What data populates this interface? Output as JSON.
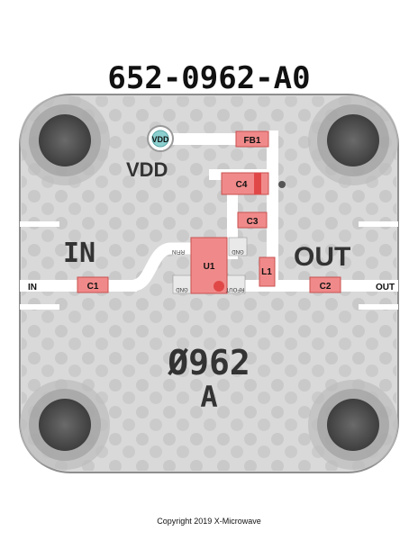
{
  "part_number": "652-0962-A0",
  "board_id": "Ø962",
  "revision": "A",
  "copyright": "Copyright 2019 X-Microwave",
  "ports": {
    "in_large": "IN",
    "out_large": "OUT",
    "vdd_large": "VDD",
    "in_small": "IN",
    "out_small": "OUT",
    "vdd_pad": "VDD"
  },
  "components": {
    "fb1": "FB1",
    "c4": "C4",
    "c3": "C3",
    "u1": "U1",
    "l1": "L1",
    "c1": "C1",
    "c2": "C2"
  },
  "pins": {
    "rfin": "RFIN",
    "rfout": "RFOUT",
    "gnd_top": "GND",
    "gnd_bottom": "GND"
  },
  "colors": {
    "board": "#dcdcdc",
    "board_edge": "#9a9a9a",
    "trace": "#ffffff",
    "component": "#f08a8a",
    "component_edge": "#c85050",
    "text": "#111111"
  }
}
